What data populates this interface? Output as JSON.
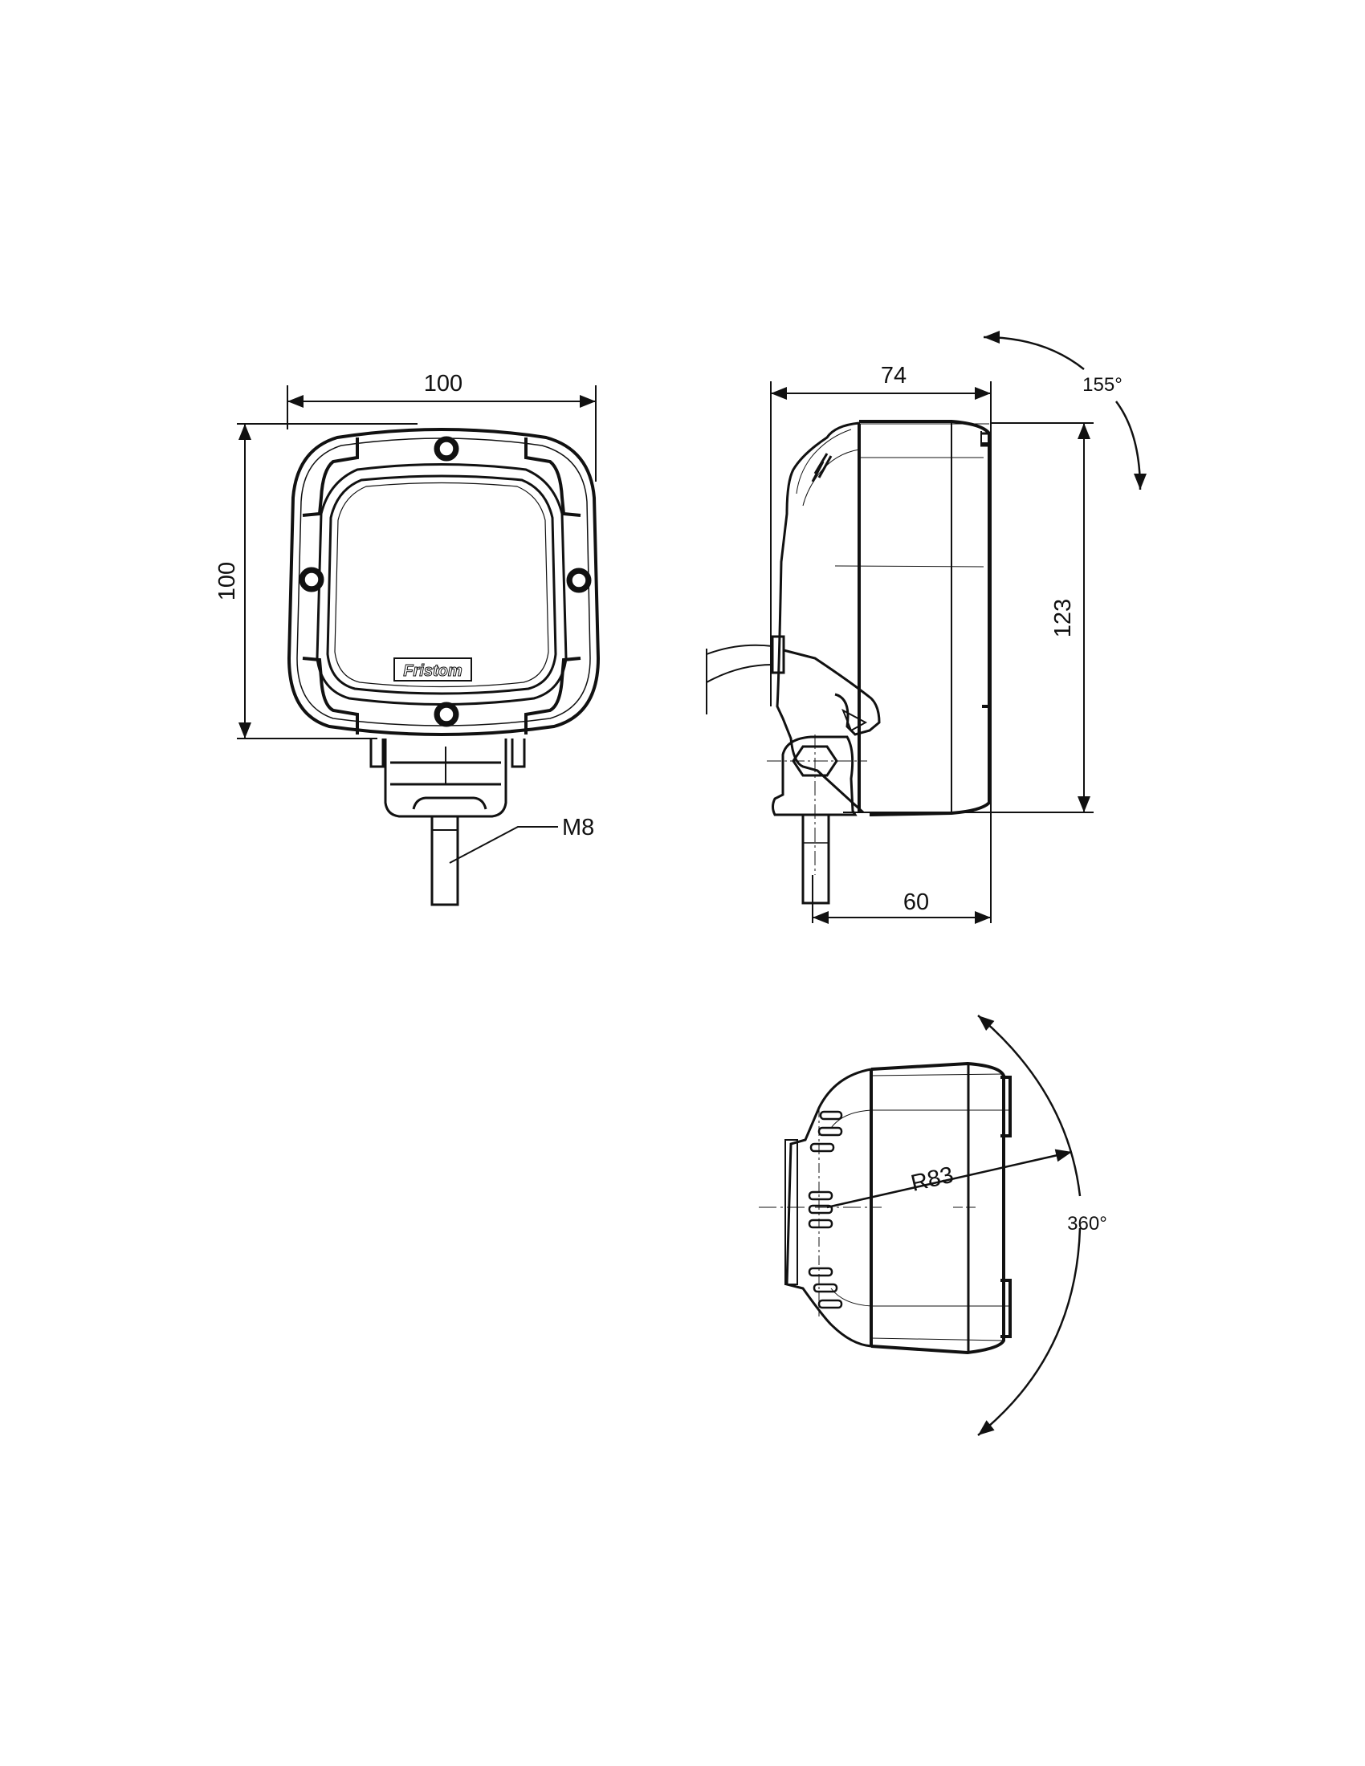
{
  "drawing": {
    "brand_logo": "Fristom",
    "front_view": {
      "width_dimension": "100",
      "height_dimension": "100",
      "thread_label": "M8"
    },
    "side_view": {
      "depth_dimension": "74",
      "height_dimension": "123",
      "mount_offset_dimension": "60",
      "tilt_angle": "155°"
    },
    "top_view": {
      "radius_label": "R83",
      "rotation_angle": "360°"
    },
    "colors": {
      "line": "#111111",
      "background": "#ffffff"
    }
  }
}
